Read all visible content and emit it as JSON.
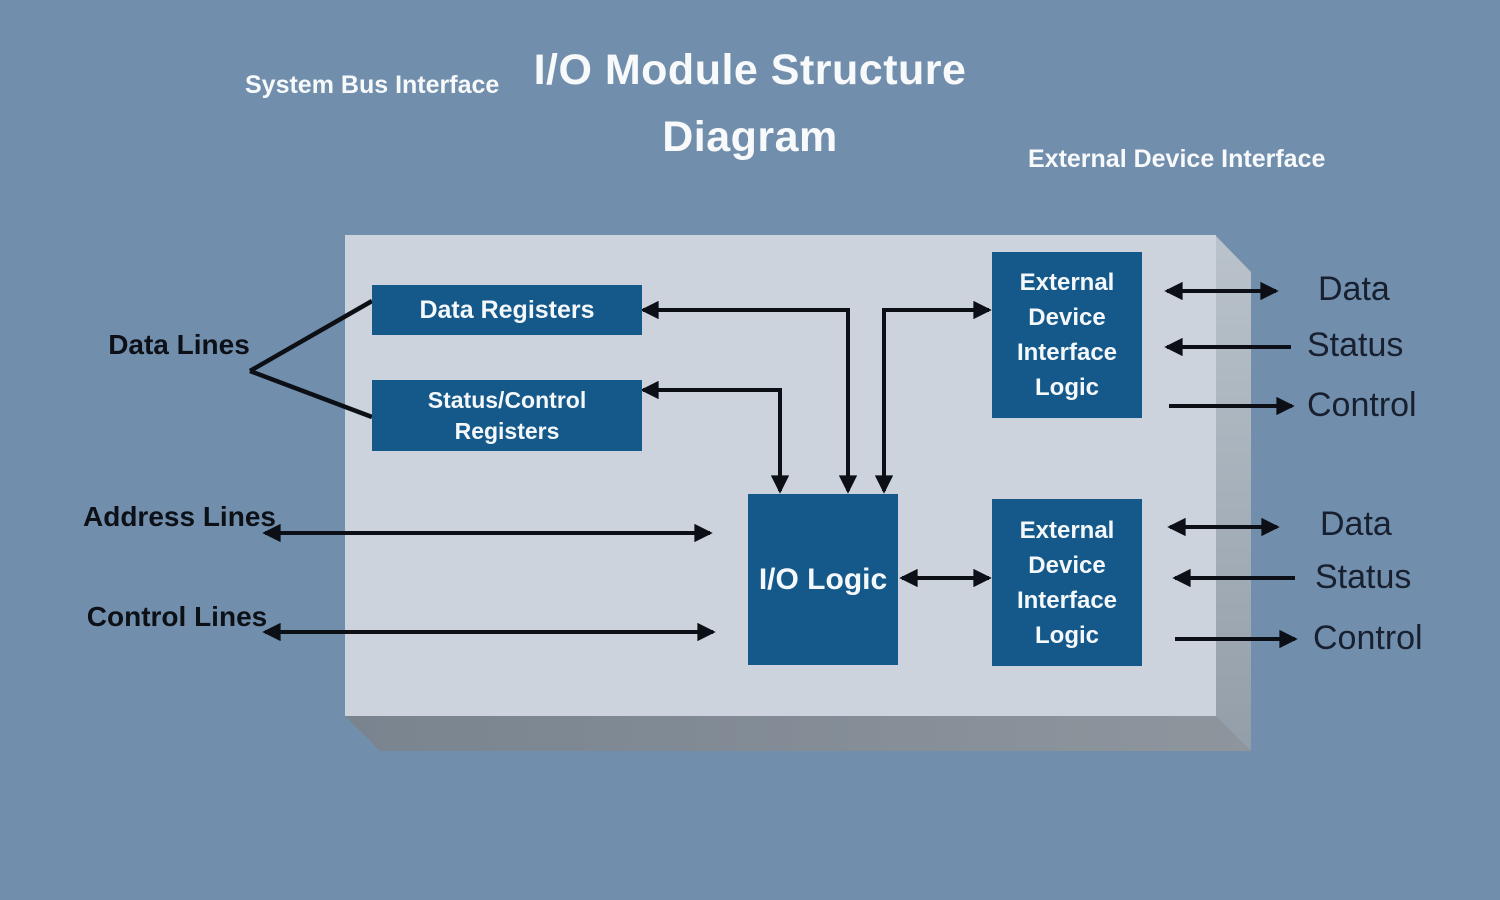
{
  "title": {
    "line1": "I/O Module Structure",
    "line2": "Diagram"
  },
  "interface_labels": {
    "system_bus": {
      "line1": "System Bus",
      "line2": "Interface"
    },
    "external_device": {
      "line1": "External Device",
      "line2": "Interface"
    }
  },
  "bus_labels": {
    "data": {
      "line1": "Data",
      "line2": "Lines"
    },
    "address": {
      "line1": "Address",
      "line2": "Lines"
    },
    "control": {
      "line1": "Control",
      "line2": "Lines"
    }
  },
  "blocks": {
    "data_registers": {
      "label": "Data Registers"
    },
    "status_control_registers": {
      "line1": "Status/Control",
      "line2": "Registers"
    },
    "io_logic": {
      "label": "I/O Logic"
    },
    "external_device_top": {
      "line1": "External",
      "line2": "Device",
      "line3": "Interface",
      "line4": "Logic"
    },
    "external_device_bottom": {
      "line1": "External",
      "line2": "Device",
      "line3": "Interface",
      "line4": "Logic"
    }
  },
  "device_signals_top": {
    "data": "Data",
    "status": "Status",
    "control": "Control"
  },
  "device_signals_bottom": {
    "data": "Data",
    "status": "Status",
    "control": "Control"
  },
  "colors": {
    "background": "#718fac",
    "module_front_face": "#ccd3dc",
    "module_side_face_top": "#bac3cb",
    "module_side_face_bottom": "#939ea9",
    "module_bottom_face_left": "#79848f",
    "module_bottom_face_right": "#8e959d",
    "block_fill": "#15598b",
    "block_text": "#f4f8fa",
    "heading_text": "#f7f9fb",
    "bus_label_text": "#0d1117",
    "signal_label_text": "#182030",
    "arrow": "#0c1016"
  }
}
